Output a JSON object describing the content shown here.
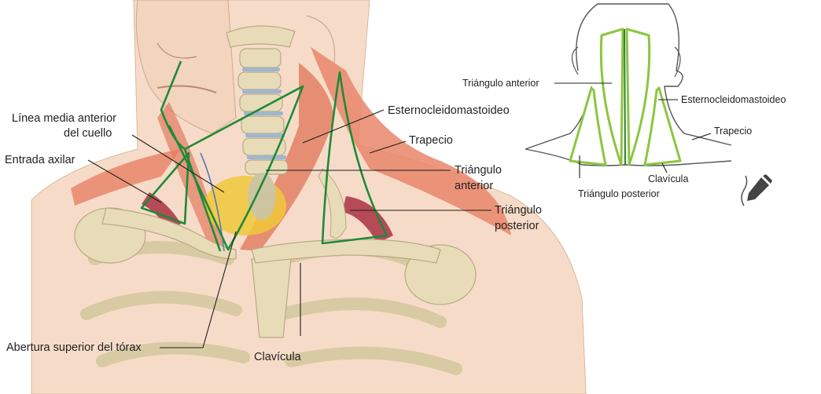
{
  "main_labels": {
    "linea_media_1": "Línea media anterior",
    "linea_media_2": "del cuello",
    "entrada_axilar": "Entrada axilar",
    "esternocleidomastoideo": "Esternocleidomastoideo",
    "trapecio": "Trapecio",
    "triangulo_anterior_1": "Triángulo",
    "triangulo_anterior_2": "anterior",
    "triangulo_posterior_1": "Triángulo",
    "triangulo_posterior_2": "posterior",
    "abertura_superior": "Abertura superior del tórax",
    "clavicula": "Clavícula"
  },
  "inset_labels": {
    "triangulo_anterior": "Triángulo anterior",
    "esternocleidomastoideo": "Esternocleidomastoideo",
    "trapecio": "Trapecio",
    "clavicula": "Clavícula",
    "triangulo_posterior": "Triángulo posterior"
  },
  "icons": {
    "edit": "pencil-icon"
  },
  "colors": {
    "skin": "#f6dcc8",
    "muscle": "#e9866a",
    "bone": "#e8dcb8",
    "boundary_green": "#1f8a3a",
    "inset_green": "#8cc63f",
    "thyroid": "#f0c83a"
  }
}
